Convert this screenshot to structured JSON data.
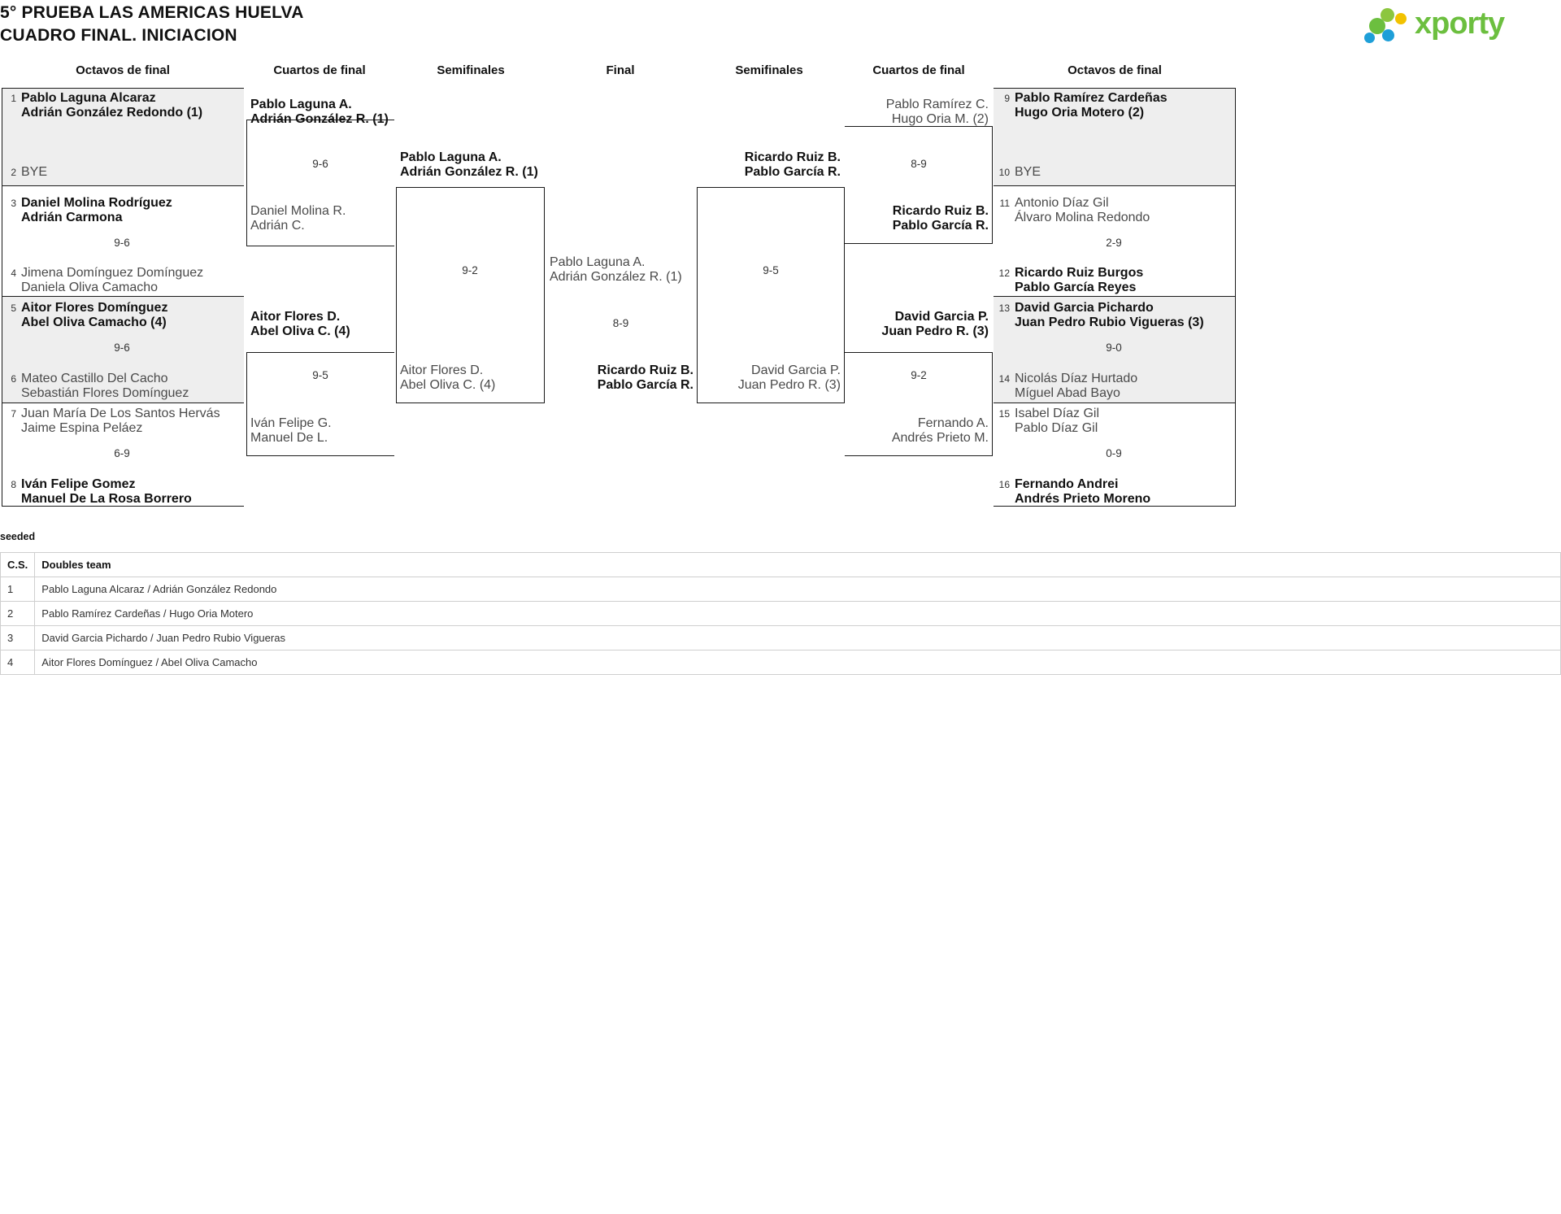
{
  "header": {
    "title_line1": "5° PRUEBA LAS AMERICAS HUELVA",
    "title_line2": "CUADRO FINAL. INICIACION",
    "logo_text": "xporty",
    "logo_colors": {
      "green": "#6cbf3f",
      "blue": "#1e9fd8",
      "yellow": "#f2c200",
      "light_green": "#8cc63f"
    }
  },
  "round_headings": {
    "left_octavos": "Octavos de final",
    "left_cuartos": "Cuartos de final",
    "left_semis": "Semifinales",
    "final": "Final",
    "right_semis": "Semifinales",
    "right_cuartos": "Cuartos de final",
    "right_octavos": "Octavos de final"
  },
  "left_octavos": [
    {
      "seed": "1",
      "line1": "Pablo Laguna Alcaraz",
      "line2": "Adrián González Redondo (1)",
      "winner": true
    },
    {
      "seed": "2",
      "line1": "BYE",
      "line2": "",
      "winner": false
    },
    {
      "seed": "3",
      "line1": "Daniel Molina Rodríguez",
      "line2": "Adrián Carmona",
      "winner": true
    },
    {
      "seed": "4",
      "line1": "Jimena Domínguez Domínguez",
      "line2": "Daniela Oliva Camacho",
      "winner": false
    },
    {
      "seed": "5",
      "line1": "Aitor Flores Domínguez",
      "line2": "Abel Oliva Camacho (4)",
      "winner": true
    },
    {
      "seed": "6",
      "line1": "Mateo Castillo Del Cacho",
      "line2": "Sebastián Flores Domínguez",
      "winner": false
    },
    {
      "seed": "7",
      "line1": "Juan María De Los Santos Hervás",
      "line2": "Jaime Espina Peláez",
      "winner": false
    },
    {
      "seed": "8",
      "line1": "Iván Felipe Gomez",
      "line2": "Manuel De La Rosa Borrero",
      "winner": true
    }
  ],
  "left_octavos_scores": [
    "9-6",
    "9-6",
    "6-9"
  ],
  "left_cuartos": [
    {
      "line1": "Pablo Laguna A.",
      "line2": "Adrián González R. (1)",
      "winner": true
    },
    {
      "line1": "Daniel Molina R.",
      "line2": "Adrián C.",
      "winner": false
    },
    {
      "line1": "Aitor Flores D.",
      "line2": "Abel Oliva C. (4)",
      "winner": true
    },
    {
      "line1": "Iván Felipe G.",
      "line2": "Manuel De L.",
      "winner": false
    }
  ],
  "left_cuartos_scores": [
    "9-6",
    "9-5"
  ],
  "left_semis": [
    {
      "line1": "Pablo Laguna A.",
      "line2": "Adrián González R. (1)",
      "winner": true
    },
    {
      "line1": "Aitor Flores D.",
      "line2": "Abel Oliva C. (4)",
      "winner": false
    }
  ],
  "left_semis_score": "9-2",
  "final": {
    "left_finalist": {
      "line1": "Pablo Laguna A.",
      "line2": "Adrián González R. (1)",
      "winner": false
    },
    "score": "8-9",
    "champion": {
      "line1": "Ricardo Ruiz B.",
      "line2": "Pablo García R.",
      "winner": true
    }
  },
  "right_semis": [
    {
      "line1": "Ricardo Ruiz B.",
      "line2": "Pablo García R.",
      "winner": true
    },
    {
      "line1": "David Garcia P.",
      "line2": "Juan Pedro R. (3)",
      "winner": false
    }
  ],
  "right_semis_score": "9-5",
  "right_cuartos": [
    {
      "line1": "Pablo Ramírez C.",
      "line2": "Hugo Oria M. (2)",
      "winner": false
    },
    {
      "line1": "Ricardo Ruiz B.",
      "line2": "Pablo García R.",
      "winner": true
    },
    {
      "line1": "David Garcia P.",
      "line2": "Juan Pedro R. (3)",
      "winner": true
    },
    {
      "line1": "Fernando A.",
      "line2": "Andrés Prieto M.",
      "winner": false
    }
  ],
  "right_cuartos_scores": [
    "8-9",
    "9-2"
  ],
  "right_octavos": [
    {
      "seed": "9",
      "line1": "Pablo Ramírez Cardeñas",
      "line2": "Hugo Oria Motero (2)",
      "winner": true
    },
    {
      "seed": "10",
      "line1": "BYE",
      "line2": "",
      "winner": false
    },
    {
      "seed": "11",
      "line1": "Antonio Díaz Gil",
      "line2": "Álvaro Molina Redondo",
      "winner": false
    },
    {
      "seed": "12",
      "line1": "Ricardo Ruiz Burgos",
      "line2": "Pablo García Reyes",
      "winner": true
    },
    {
      "seed": "13",
      "line1": "David Garcia Pichardo",
      "line2": "Juan Pedro Rubio Vigueras (3)",
      "winner": true
    },
    {
      "seed": "14",
      "line1": "Nicolás Díaz Hurtado",
      "line2": "Míguel Abad Bayo",
      "winner": false
    },
    {
      "seed": "15",
      "line1": "Isabel Díaz Gil",
      "line2": "Pablo Díaz Gil",
      "winner": false
    },
    {
      "seed": "16",
      "line1": "Fernando Andrei",
      "line2": "Andrés Prieto Moreno",
      "winner": true
    }
  ],
  "right_octavos_scores": [
    "2-9",
    "9-0",
    "0-9"
  ],
  "seeded": {
    "label": "seeded",
    "columns": [
      "C.S.",
      "Doubles team"
    ],
    "rows": [
      {
        "cs": "1",
        "team": "Pablo Laguna Alcaraz / Adrián González Redondo"
      },
      {
        "cs": "2",
        "team": "Pablo Ramírez Cardeñas / Hugo Oria Motero"
      },
      {
        "cs": "3",
        "team": "David Garcia Pichardo / Juan Pedro Rubio Vigueras"
      },
      {
        "cs": "4",
        "team": "Aitor Flores Domínguez / Abel Oliva Camacho"
      }
    ]
  }
}
